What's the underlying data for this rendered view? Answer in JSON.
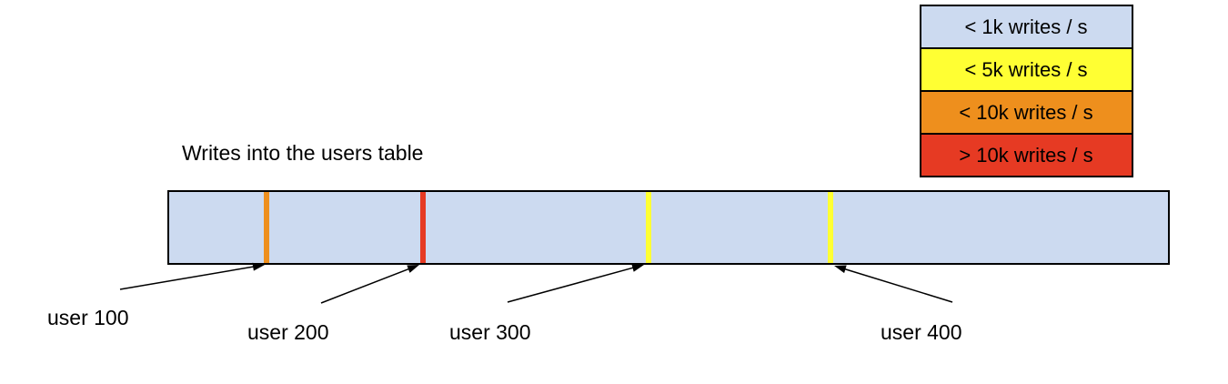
{
  "title": "Writes into the users table",
  "legend": {
    "items": [
      {
        "label": "< 1k writes / s",
        "color": "#ccdaf0"
      },
      {
        "label": "< 5k writes / s",
        "color": "#ffff33"
      },
      {
        "label": "< 10k writes / s",
        "color": "#ee8f1d"
      },
      {
        "label": "> 10k writes / s",
        "color": "#e63a23"
      }
    ]
  },
  "bar": {
    "fill": "#ccdaf0",
    "markers": [
      {
        "label": "user 100",
        "color": "#ee8f1d"
      },
      {
        "label": "user 200",
        "color": "#e63a23"
      },
      {
        "label": "user 300",
        "color": "#ffff33"
      },
      {
        "label": "user 400",
        "color": "#ffff33"
      }
    ]
  }
}
